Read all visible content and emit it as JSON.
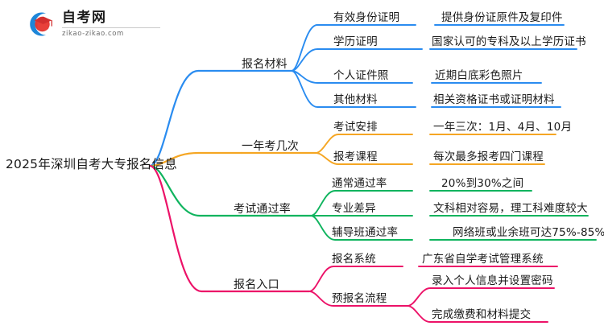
{
  "logo": {
    "title": "自考网",
    "domain": "zikao-zikao.com",
    "mark_icon": "graduation-cap-icon"
  },
  "colors": {
    "blue": "#2a8cf0",
    "orange": "#f5a623",
    "green": "#0fb45e",
    "pink": "#ec1268",
    "text": "#1a1a1a"
  },
  "mindmap": {
    "root": "2025年深圳自考大专报名信息",
    "branches": [
      {
        "label": "报名材料",
        "color": "#2a8cf0",
        "children": [
          {
            "label": "有效身份证明",
            "details": [
              "提供身份证原件及复印件"
            ]
          },
          {
            "label": "学历证明",
            "details": [
              "国家认可的专科及以上学历证书"
            ]
          },
          {
            "label": "个人证件照",
            "details": [
              "近期白底彩色照片"
            ]
          },
          {
            "label": "其他材料",
            "details": [
              "相关资格证书或证明材料"
            ]
          }
        ]
      },
      {
        "label": "一年考几次",
        "color": "#f5a623",
        "children": [
          {
            "label": "考试安排",
            "details": [
              "一年三次：1月、4月、10月"
            ]
          },
          {
            "label": "报考课程",
            "details": [
              "每次最多报考四门课程"
            ]
          }
        ]
      },
      {
        "label": "考试通过率",
        "color": "#0fb45e",
        "children": [
          {
            "label": "通常通过率",
            "details": [
              "20%到30%之间"
            ]
          },
          {
            "label": "专业差异",
            "details": [
              "文科相对容易，理工科难度较大"
            ]
          },
          {
            "label": "辅导班通过率",
            "details": [
              "网络班或业余班可达75%-85%"
            ]
          }
        ]
      },
      {
        "label": "报名入口",
        "color": "#ec1268",
        "children": [
          {
            "label": "报名系统",
            "details": [
              "广东省自学考试管理系统"
            ]
          },
          {
            "label": "预报名流程",
            "details": [
              "录入个人信息并设置密码",
              "完成缴费和材料提交"
            ]
          }
        ]
      }
    ]
  }
}
